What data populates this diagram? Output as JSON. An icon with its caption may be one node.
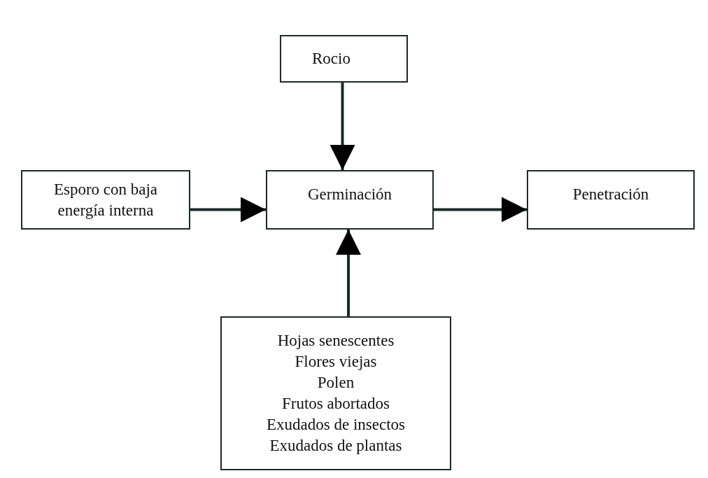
{
  "diagram": {
    "nodes": [
      {
        "text": [
          "Rocio"
        ]
      },
      {
        "text": [
          "Esporo con baja energía interna"
        ]
      },
      {
        "text": [
          "Germinación"
        ]
      },
      {
        "text": [
          "Penetración"
        ]
      },
      {
        "text": [
          "Hojas senescentes",
          "Flores viejas",
          "Polen",
          "Frutos abortados",
          "Exudados de insectos",
          "Exudados de plantas"
        ]
      }
    ],
    "edges": [
      {
        "from": 0,
        "to": 2,
        "arrow": "to"
      },
      {
        "from": 1,
        "to": 2,
        "arrow": "to"
      },
      {
        "from": 2,
        "to": 3,
        "arrow": "to"
      },
      {
        "from": 4,
        "to": 2,
        "arrow": "to"
      }
    ]
  }
}
